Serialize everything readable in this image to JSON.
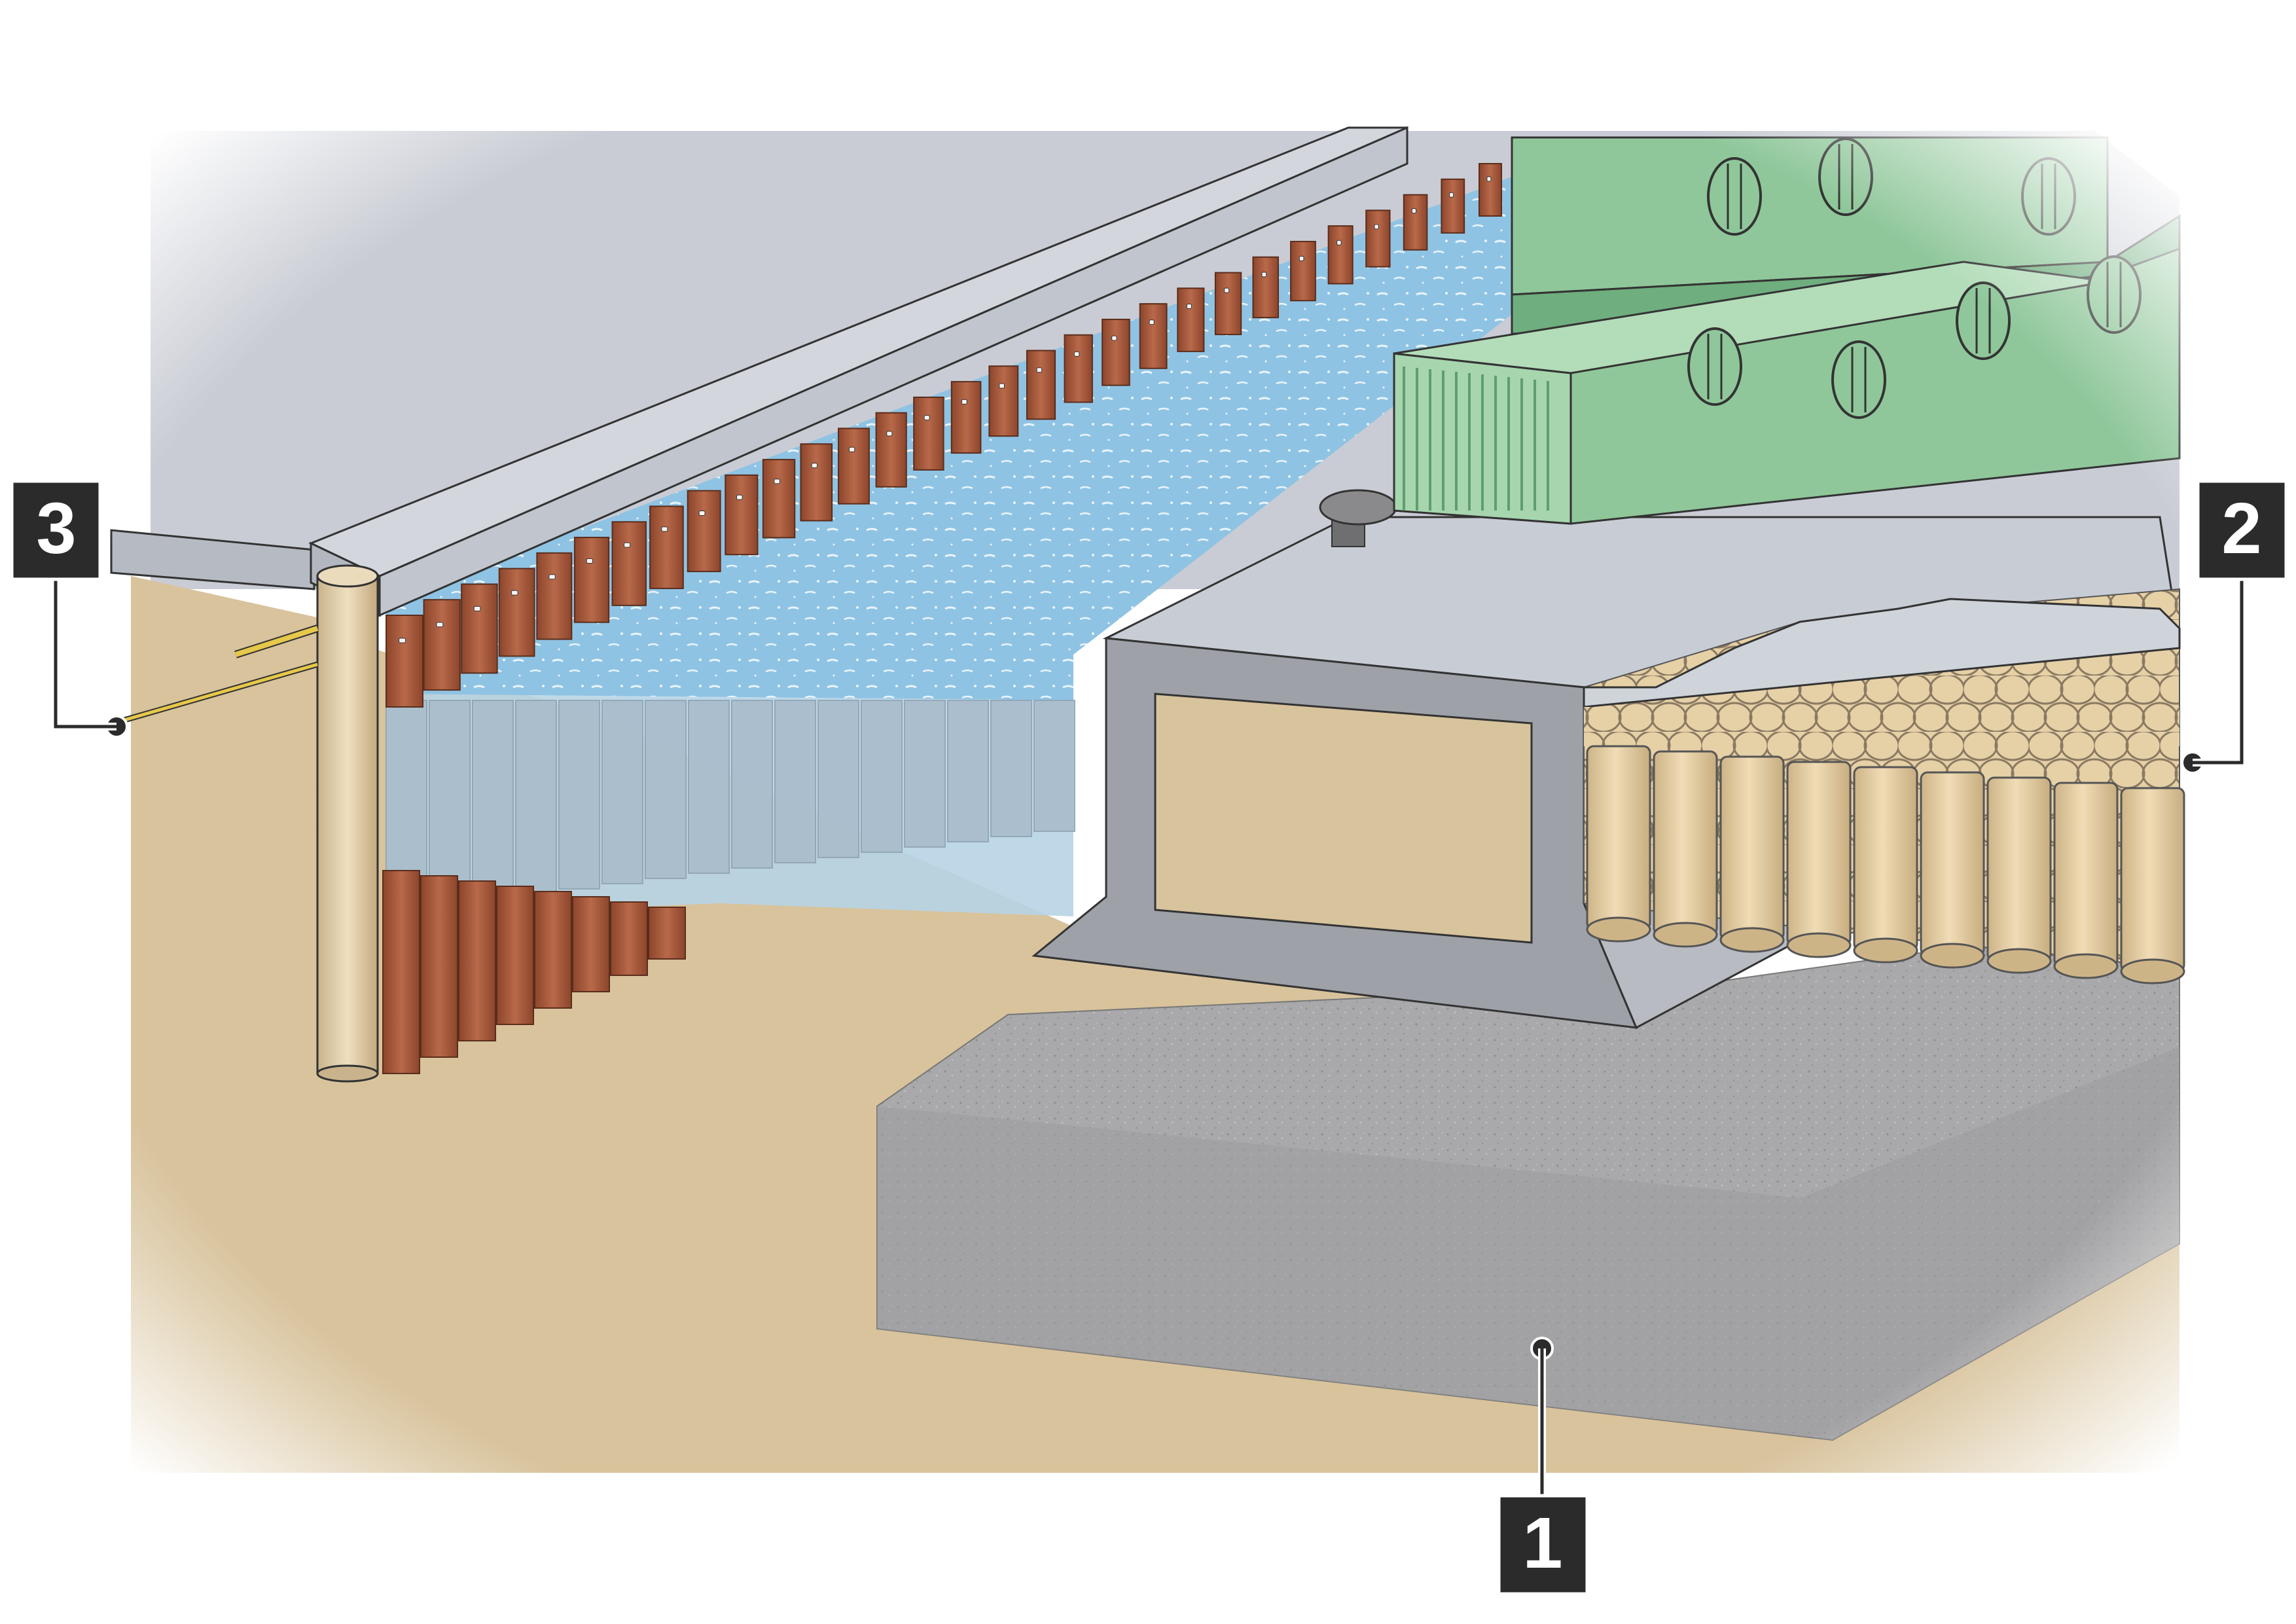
{
  "callouts": [
    {
      "label": "1"
    },
    {
      "label": "2"
    },
    {
      "label": "3"
    }
  ],
  "colors": {
    "soil": "#d8c39c",
    "soil_dark": "#bfa576",
    "sky_gray": "#c9ccd4",
    "deck_gray": "#bfc3cc",
    "concrete": "#a9a9ab",
    "water": "#8fc3e3",
    "water_light": "#cfe6f4",
    "sheet_pile": "#a85a3c",
    "caisson": "#9ea1a8",
    "caisson_fill": "#d7c39c",
    "sand_tube": "#e6d0a6",
    "container_green": "#8fc79a",
    "container_green_dark": "#5f9e6e",
    "tie_rod": "#e6c84a",
    "label_bg": "#2b2b2b",
    "label_text": "#ffffff"
  },
  "icons": [
    "bollard-icon",
    "container-icon",
    "tie-rod-icon",
    "anchor-pile-icon"
  ]
}
